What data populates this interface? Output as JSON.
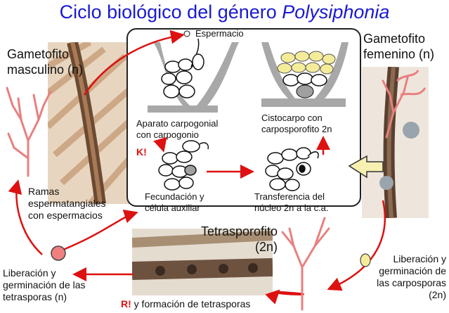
{
  "title": {
    "prefix": "Ciclo biológico del género ",
    "genus": "Polysiphonia"
  },
  "stages": {
    "male_gametophyte": {
      "line1": "Gametofito",
      "line2": "masculino (n)"
    },
    "female_gametophyte": {
      "line1": "Gametofito",
      "line2": "femenino (n)"
    },
    "tetrasporophyte": {
      "line1": "Tetrasporofito",
      "line2": "(2n)"
    }
  },
  "center": {
    "spermatium": "Espermacio",
    "carpogonial": {
      "line1": "Aparato carpogonial",
      "line2": "con carpogonio"
    },
    "cystocarp": {
      "line1": "Cistocarpo con",
      "line2": "carposporofito 2n"
    },
    "fertilization": {
      "line1": "Fecundación y",
      "line2": "célula auxiliar"
    },
    "transfer": {
      "line1": "Transferencia del",
      "line2": "núcleo 2n a la c.a."
    },
    "k_mark": "K!"
  },
  "steps": {
    "spermatangial": {
      "line1": "Ramas",
      "line2": "espermatangiales",
      "line3": "con espermacios"
    },
    "carpospores": {
      "line1": "Liberación y",
      "line2": "germinación de",
      "line3": "las carposporas",
      "line4": "(2n)"
    },
    "tetraspores": {
      "line1": "Liberación y",
      "line2": "germinación de las",
      "line3": "tetrasporas (n)"
    },
    "meiosis": {
      "r_mark": "R!",
      "text": " y formación de tetrasporas"
    }
  },
  "colors": {
    "title": "#1a1ad0",
    "arrow": "#dd1111",
    "branch": "#e88080",
    "cystocarp_cells": "#f5ec9a",
    "yellow_arrow": "#f7f0b0"
  }
}
